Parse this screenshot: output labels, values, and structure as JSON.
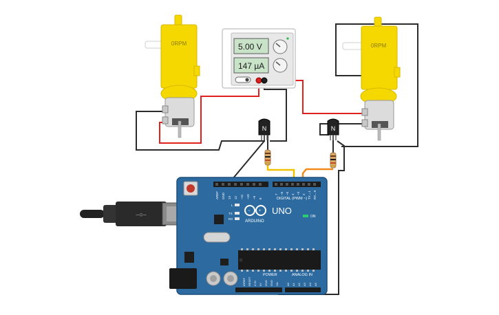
{
  "motor_left": {
    "rpm_label": "0RPM"
  },
  "motor_right": {
    "rpm_label": "0RPM"
  },
  "power_supply": {
    "voltage_display": "5.00 V",
    "current_display": "147 µA"
  },
  "transistor_left": {
    "label": "N"
  },
  "transistor_right": {
    "label": "N"
  },
  "arduino": {
    "brand_text": "ARDUINO",
    "model_text": "UNO",
    "digital_header_label": "DIGITAL (PWM ~)",
    "power_label": "POWER",
    "analog_label": "ANALOG IN",
    "on_label": "ON",
    "tx_label": "TX",
    "rx_label": "RX",
    "l_label": "L",
    "digital_pins": [
      "AREF",
      "GND",
      "13",
      "12",
      "~11",
      "~10",
      "~9",
      "8",
      "7",
      "~6",
      "~5",
      "4",
      "~3",
      "2",
      "TX→1",
      "RX←0"
    ],
    "power_pins": [
      "IOREF",
      "RESET",
      "3.3V",
      "5V",
      "GND",
      "GND",
      "Vin"
    ],
    "analog_pins": [
      "A0",
      "A1",
      "A2",
      "A3",
      "A4",
      "A5"
    ]
  },
  "colors": {
    "motor_yellow": "#f5d800",
    "wire_red": "#e0201c",
    "wire_black": "#2b2b2b",
    "wire_yellow": "#f2c200",
    "wire_orange": "#f08a1c",
    "arduino_blue": "#2d6aa0",
    "display_green": "#c9e3c9"
  }
}
